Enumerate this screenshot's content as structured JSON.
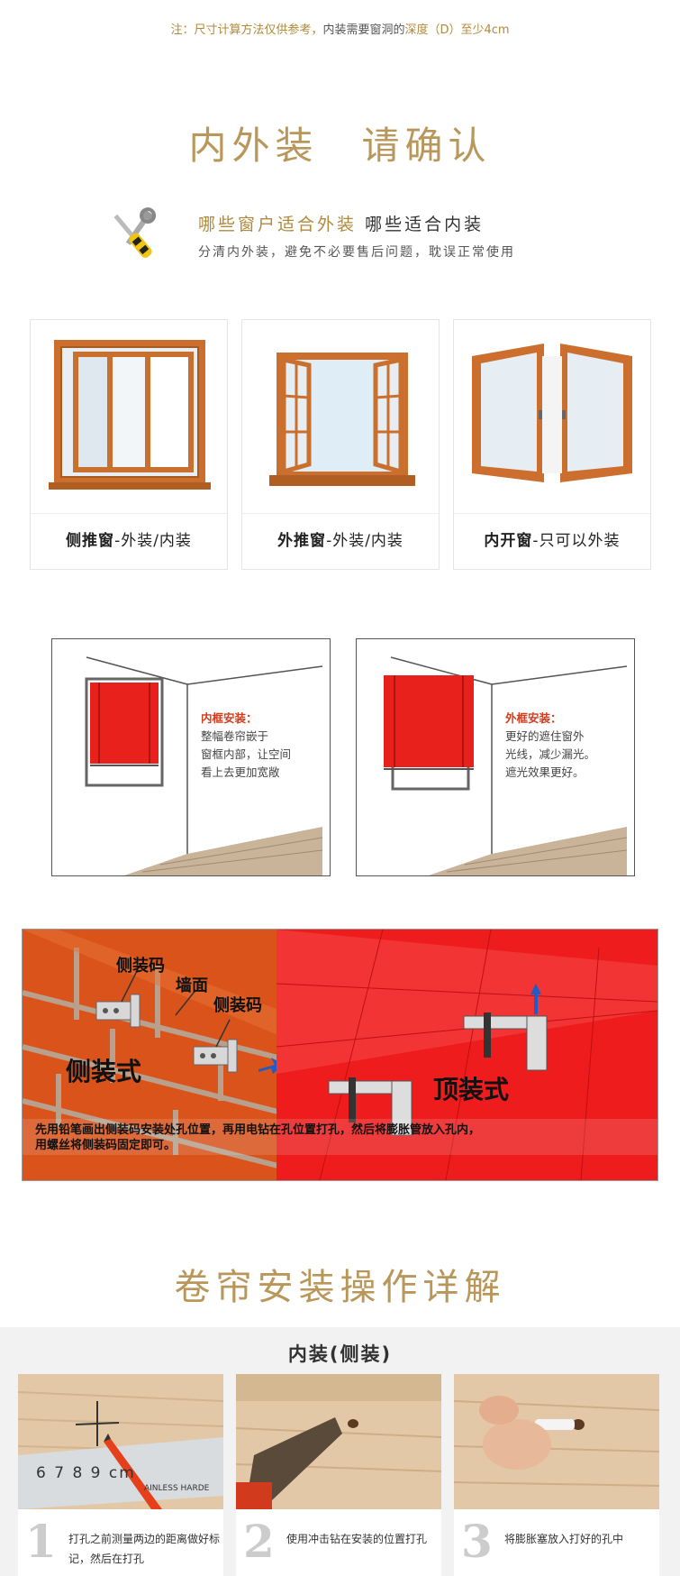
{
  "note": {
    "prefix": "注：尺寸计算方法仅供参考，",
    "middle": "内装需要窗洞的",
    "depth": "深度（D）至少4cm"
  },
  "section1": {
    "title": "内外装　请确认",
    "q_outer": "哪些窗户适合外装",
    "q_inner": "哪些适合内装",
    "subtitle": "分清内外装，避免不必要售后问题，耽误正常使用"
  },
  "windows": [
    {
      "name": "侧推窗",
      "sep": "-",
      "mode": "外装/内装"
    },
    {
      "name": "外推窗",
      "sep": "-",
      "mode": "外装/内装"
    },
    {
      "name": "内开窗",
      "sep": "-",
      "mode": "只可以外装"
    }
  ],
  "rooms": [
    {
      "title": "内框安装：",
      "lines": [
        "整幅卷帘嵌于",
        "窗框内部，让空间",
        "看上去更加宽敞"
      ]
    },
    {
      "title": "外框安装：",
      "lines": [
        "更好的遮住窗外",
        "光线，减少漏光。",
        "遮光效果更好。"
      ]
    }
  ],
  "install": {
    "label_side_code_1": "侧装码",
    "label_wall": "墙面",
    "label_side_code_2": "侧装码",
    "side_title": "侧装式",
    "top_title": "顶装式",
    "caption_1": "先用铅笔画出侧装码安装处孔位置，再用电钻在孔位置打孔，然后将膨胀管放入孔内，",
    "caption_2": "用螺丝将侧装码固定即可。"
  },
  "section2": {
    "title": "卷帘安装操作详解",
    "subtitle": "内装(侧装)"
  },
  "steps": [
    {
      "num": "1",
      "text": "打孔之前测量两边的距离做好标记，然后在打孔",
      "ruler": "6  7  8  9  cm",
      "ruler_sub": "AINLESS HARDE"
    },
    {
      "num": "2",
      "text": "使用冲击钻在安装的位置打孔"
    },
    {
      "num": "3",
      "text": "将膨胀塞放入打好的孔中"
    }
  ],
  "colors": {
    "gold": "#b9975b",
    "orange_frame": "#d2691e",
    "red_blind": "#e8211d"
  }
}
